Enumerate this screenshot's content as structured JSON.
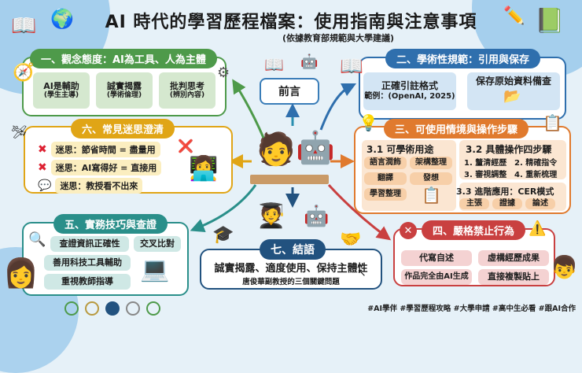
{
  "title": "AI 時代的學習歷程檔案：使用指南與注意事項",
  "subtitle": "(依據教育部規範與大學建議)",
  "center": {
    "label": "前言"
  },
  "colors": {
    "section1": "#4e9a4a",
    "section2": "#2f6fad",
    "section3": "#e07a2e",
    "section4": "#c94040",
    "section5": "#2a8f8a",
    "section6": "#e0a516",
    "section7": "#22527f",
    "background": "#e6f1f8"
  },
  "section1": {
    "header": "一、觀念態度：AI為工具、人為主體",
    "items": [
      {
        "title": "AI是輔助",
        "sub": "(學生主導)"
      },
      {
        "title": "誠實揭露",
        "sub": "(學術倫理)"
      },
      {
        "title": "批判思考",
        "sub": "(辨別內容)"
      }
    ]
  },
  "section2": {
    "header": "二、學術性規範：引用與保存",
    "items": [
      {
        "title": "正確引註格式",
        "sub": "範例：(OpenAI, 2025)"
      },
      {
        "title": "保存原始資料備查",
        "sub": ""
      }
    ]
  },
  "section3": {
    "header": "三、可使用情境與操作步驟",
    "sub1": {
      "title": "3.1 可學術用途",
      "items": [
        "語言潤飾",
        "架構整理",
        "翻譯",
        "發想",
        "學習整理"
      ]
    },
    "sub2": {
      "title": "3.2 具體操作四步驟",
      "items": [
        "1. 釐清經歷",
        "2. 精確指令",
        "3. 審視調整",
        "4. 重新梳理"
      ]
    },
    "sub3": {
      "title": "3.3 進階應用：CER模式",
      "items": [
        "主張",
        "證據",
        "論述"
      ]
    }
  },
  "section4": {
    "header": "四、嚴格禁止行為",
    "items": [
      "代寫自述",
      "虛構經歷成果",
      "作品完全由AI生成",
      "直接複製貼上"
    ]
  },
  "section5": {
    "header": "五、實務技巧與查證",
    "items": [
      "查證資訊正確性",
      "交叉比對",
      "善用科技工具輔助",
      "重視教師指導"
    ]
  },
  "section6": {
    "header": "六、常見迷思澄清",
    "items": [
      {
        "icon": "x",
        "text": "迷思：節省時間 = 盡量用"
      },
      {
        "icon": "x",
        "text": "迷思：AI寫得好 = 直接用"
      },
      {
        "icon": "speech",
        "text": "迷思：教授看不出來"
      }
    ]
  },
  "section7": {
    "header": "七、結語",
    "main": "誠實揭露、適度使用、保持主體性",
    "sub": "唐俊華副教授的三個關鍵問題"
  },
  "hashtags": "#AI學伴 #學習歷程攻略 #大學申請 #高中生必看 #跟AI合作"
}
